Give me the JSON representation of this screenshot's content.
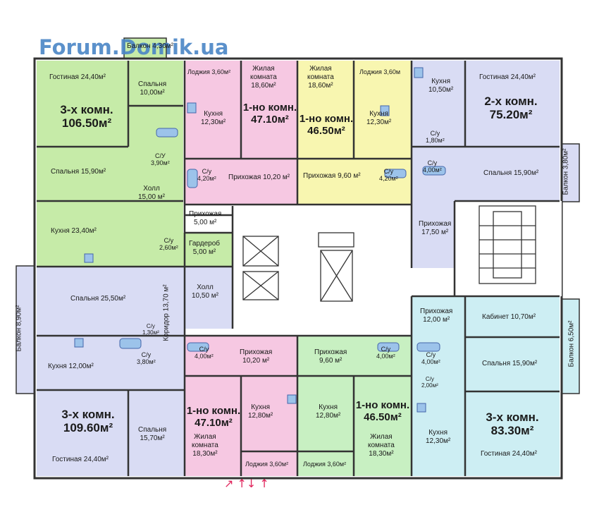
{
  "watermark": "Forum.Domik.ua",
  "scribble": "↗ ↑↓ ↑",
  "colors": {
    "green": "#c6eba8",
    "pink": "#f6c8e2",
    "yellow": "#f8f6b0",
    "lavender": "#d9dcf4",
    "lightgreen": "#c8f0c2",
    "cyan": "#cdeef3",
    "wall": "#333333",
    "core": "#ffffff"
  },
  "apartments": [
    {
      "id": "nw",
      "type": "3-х комн.",
      "area": "106.50м²"
    },
    {
      "id": "n1",
      "type": "1-но комн.",
      "area": "47.10м²"
    },
    {
      "id": "n2",
      "type": "1-но комн.",
      "area": "46.50м²"
    },
    {
      "id": "ne",
      "type": "2-х комн.",
      "area": "75.20м²"
    },
    {
      "id": "sw",
      "type": "3-х комн.",
      "area": "109.60м²"
    },
    {
      "id": "s1",
      "type": "1-но комн.",
      "area": "47.10м²"
    },
    {
      "id": "s2",
      "type": "1-но комн.",
      "area": "46.50м²"
    },
    {
      "id": "se",
      "type": "3-х комн.",
      "area": "83.30м²"
    }
  ],
  "rooms": {
    "balcony_top": "Балкон 4,30м²",
    "nw_living": "Гостиная 24,40м²",
    "nw_bed_small": [
      "Спальня",
      "10,00м²"
    ],
    "nw_bed": "Спальня 15,90м²",
    "nw_hall": [
      "Холл",
      "15,00 м²"
    ],
    "nw_wc": [
      "С/У",
      "3,90м²"
    ],
    "nw_kitchen": "Кухня 23,40м²",
    "nw_wc2": [
      "С/у",
      "2,60м²"
    ],
    "nw_entry": [
      "Прихожая",
      "5,00 м²"
    ],
    "nw_wardrobe": [
      "Гардероб",
      "5,00 м²"
    ],
    "n1_loggia": "Лоджия 3,60м²",
    "n1_living": [
      "Жилая",
      "комната",
      "18,60м²"
    ],
    "n1_kitchen": [
      "Кухня",
      "12,30м²"
    ],
    "n1_wc": [
      "С/у",
      "4,20м²"
    ],
    "n1_entry": "Прихожая 10,20 м²",
    "n2_living": [
      "Жилая",
      "комната",
      "18,60м²"
    ],
    "n2_loggia": "Лоджия 3,60м",
    "n2_kitchen": [
      "Кухня",
      "12,30м²"
    ],
    "n2_entry": "Прихожая 9,60 м²",
    "n2_wc": [
      "С/у",
      "4,20м²"
    ],
    "ne_kitchen": [
      "Кухня",
      "10,50м²"
    ],
    "ne_living": "Гостиная 24,40м²",
    "ne_wc1": [
      "С/у",
      "1,80м²"
    ],
    "ne_wc2": [
      "С/у",
      "4,00м²"
    ],
    "ne_bed": "Спальня 15,90м²",
    "ne_balcony": "Балкон 3,80м²",
    "ne_entry": [
      "Прихожая",
      "17,50 м²"
    ],
    "sw_balcony": "Балкон 8,90м²",
    "sw_bed_big": "Спальня 25,50м²",
    "sw_corridor": "Коридор 13,70 м²",
    "sw_hall": [
      "Холл",
      "10,50 м²"
    ],
    "sw_wc1": [
      "С/у",
      "1,30м²"
    ],
    "sw_wc2": [
      "С/у",
      "3,80м²"
    ],
    "sw_kitchen": "Кухня 12,00м²",
    "sw_bed": [
      "Спальня",
      "15,70м²"
    ],
    "sw_living": "Гостиная 24,40м²",
    "s1_wc": [
      "С/у",
      "4,00м²"
    ],
    "s1_entry": [
      "Прихожая",
      "10,20 м²"
    ],
    "s1_kitchen": [
      "Кухня",
      "12,80м²"
    ],
    "s1_living": [
      "Жилая",
      "комната",
      "18,30м²"
    ],
    "s1_loggia": "Лоджия 3,60м²",
    "s2_entry": [
      "Прихожая",
      "9,60 м²"
    ],
    "s2_wc": [
      "С/у",
      "4,00м²"
    ],
    "s2_kitchen": [
      "Кухня",
      "12,80м²"
    ],
    "s2_living": [
      "Жилая",
      "комната",
      "18,30м²"
    ],
    "s2_loggia": "Лоджия 3,60м²",
    "se_entry": [
      "Прихожая",
      "12,00 м²"
    ],
    "se_study": "Кабинет 10,70м²",
    "se_balcony": "Балкон 6,50м²",
    "se_wc1": [
      "С/у",
      "4,00м²"
    ],
    "se_wc2": [
      "С/у",
      "2,00м²"
    ],
    "se_bed": "Спальня 15,90м²",
    "se_kitchen": [
      "Кухня",
      "12,30м²"
    ],
    "se_living": "Гостиная 24,40м²"
  }
}
